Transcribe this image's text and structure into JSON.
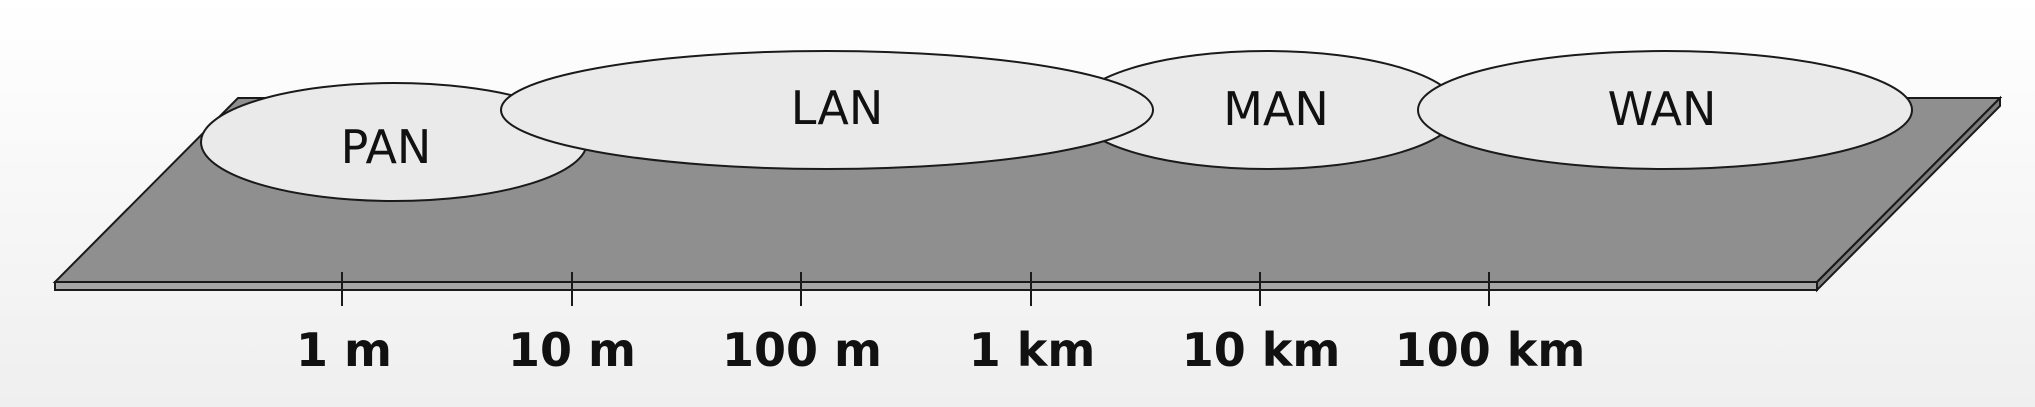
{
  "networks": [
    {
      "id": "pan",
      "label": "PAN"
    },
    {
      "id": "lan",
      "label": "LAN"
    },
    {
      "id": "man",
      "label": "MAN"
    },
    {
      "id": "wan",
      "label": "WAN"
    }
  ],
  "scale_ticks": [
    "1 m",
    "10 m",
    "100 m",
    "1 km",
    "10 km",
    "100 km"
  ],
  "colors": {
    "platform_top": "#8f8f8f",
    "platform_edge": "#a6a6a6",
    "ellipse_fill": "#eaeaea",
    "stroke": "#1a1a1a"
  }
}
